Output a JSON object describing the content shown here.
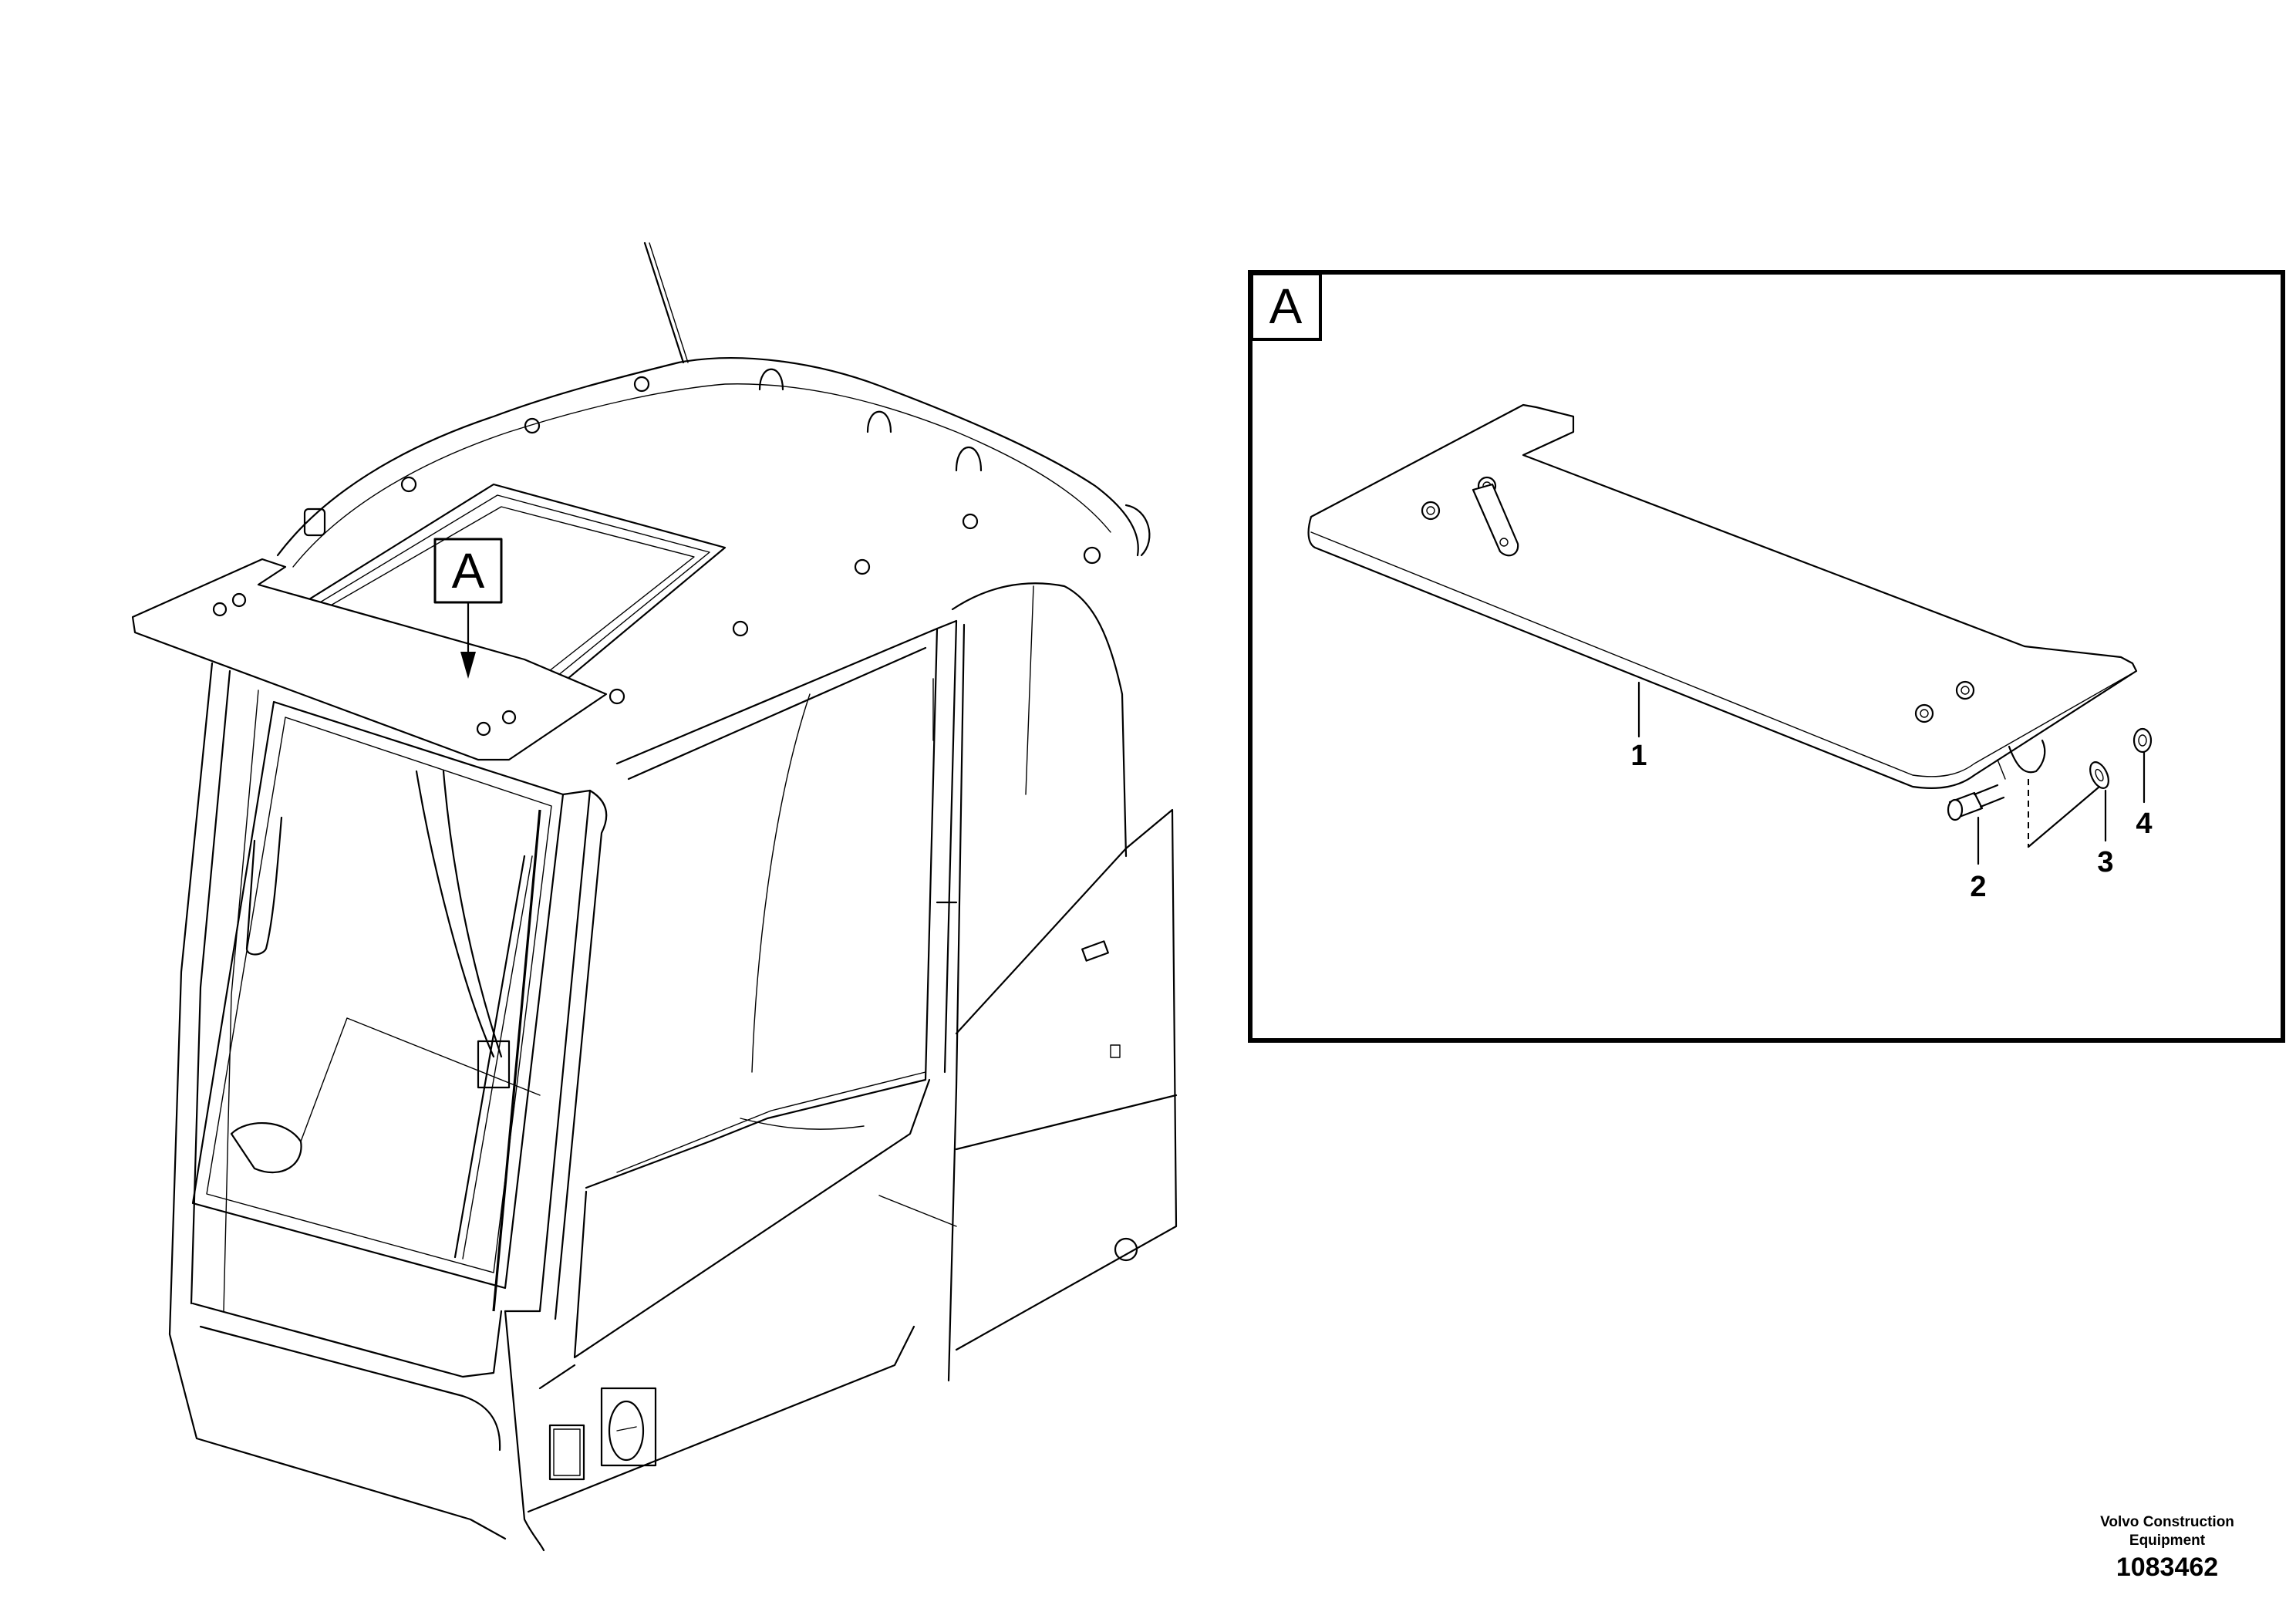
{
  "main_view": {
    "view_marker": "A"
  },
  "detail_view": {
    "view_label": "A",
    "callouts": [
      {
        "label": "1"
      },
      {
        "label": "2"
      },
      {
        "label": "3"
      },
      {
        "label": "4"
      }
    ]
  },
  "footer": {
    "company_line1": "Volvo Construction",
    "company_line2": "Equipment",
    "drawing_number": "1083462"
  }
}
